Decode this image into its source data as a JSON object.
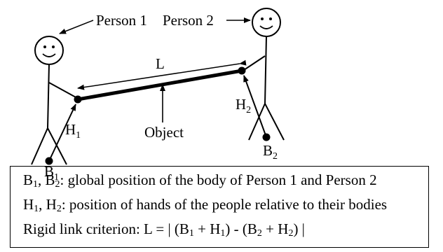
{
  "diagram": {
    "person1_label": "Person 1",
    "person2_label": "Person 2",
    "link_label": "L",
    "object_label": "Object",
    "hand1_label": {
      "base": "H",
      "sub": "1"
    },
    "hand2_label": {
      "base": "H",
      "sub": "2"
    },
    "body1_label": {
      "base": "B",
      "sub": "1"
    },
    "body2_label": {
      "base": "B",
      "sub": "2"
    }
  },
  "legend": {
    "line1": {
      "b": "B",
      "s1": "1",
      "comma": ", ",
      "b2": "B",
      "s2": "2",
      "text": ": global position of the body of Person 1 and Person 2"
    },
    "line2": {
      "h": "H",
      "s1": "1",
      "comma": ", ",
      "h2": "H",
      "s2": "2",
      "text": ": position of hands of the people relative to their bodies"
    },
    "line3": {
      "t0": "Rigid link criterion: L = | (B",
      "s1": "1",
      "t1": " + H",
      "s2": "1",
      "t2": ") - (B",
      "s3": "2",
      "t3": " + H",
      "s4": "2",
      "t4": ") |"
    }
  }
}
